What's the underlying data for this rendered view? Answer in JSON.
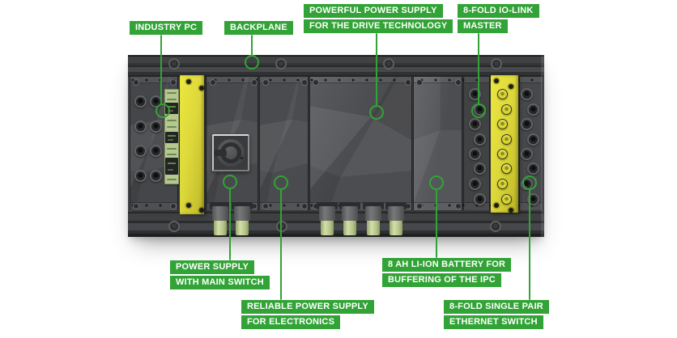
{
  "colors": {
    "accent_green": "#32a336",
    "label_text": "#ffffff",
    "rack_gray": "#3b3c3e",
    "plate_yellow": "#ded93b",
    "connector_green": "#b9ca8d"
  },
  "callouts": {
    "industry_pc": {
      "lines": [
        "INDUSTRY PC"
      ]
    },
    "backplane": {
      "lines": [
        "BACKPLANE"
      ]
    },
    "powerful_psu": {
      "lines": [
        "POWERFUL POWER SUPPLY",
        "FOR THE DRIVE TECHNOLOGY"
      ]
    },
    "iolink_master": {
      "lines": [
        "8-FOLD IO-LINK",
        "MASTER"
      ]
    },
    "psu_main_switch": {
      "lines": [
        "POWER SUPPLY",
        "WITH MAIN SWITCH"
      ]
    },
    "reliable_psu": {
      "lines": [
        "RELIABLE POWER SUPPLY",
        "FOR ELECTRONICS"
      ]
    },
    "battery": {
      "lines": [
        "8 AH LI-ION BATTERY FOR",
        "BUFFERING OF THE IPC"
      ]
    },
    "spe_switch": {
      "lines": [
        "8-FOLD SINGLE PAIR",
        "ETHERNET SWITCH"
      ]
    }
  }
}
